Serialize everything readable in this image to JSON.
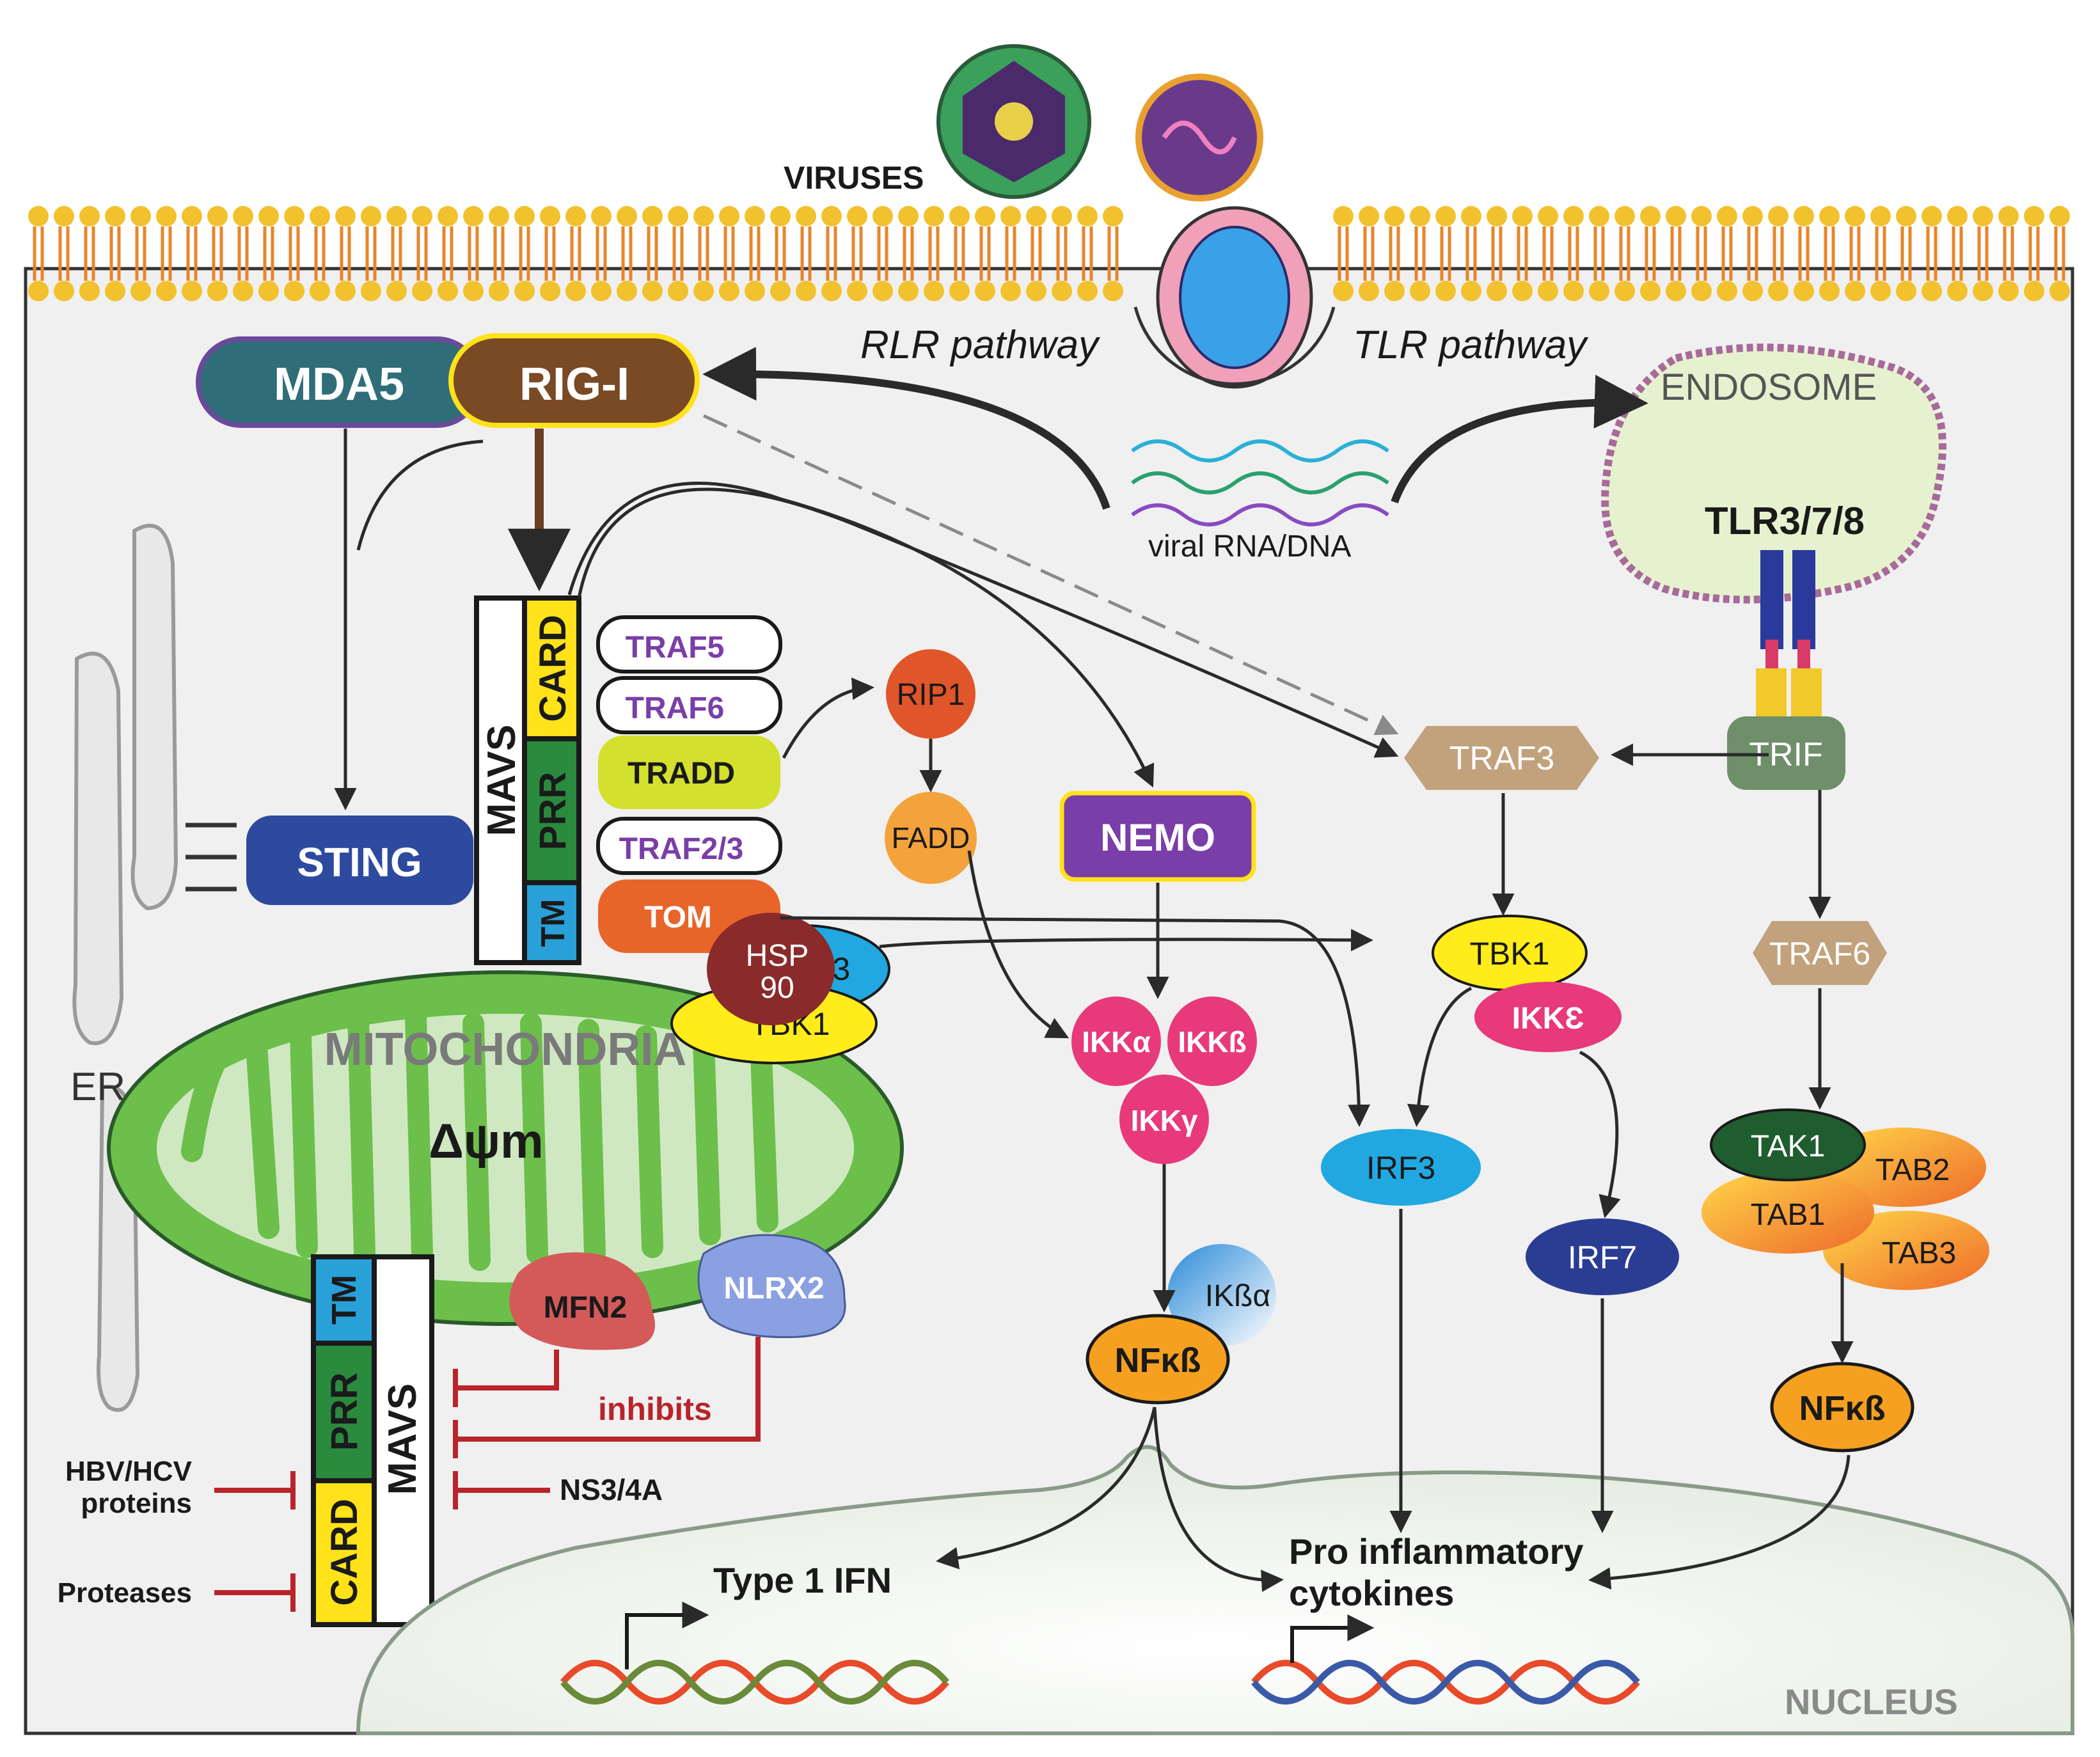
{
  "labels": {
    "viruses": "VIRUSES",
    "rlr_pathway": "RLR pathway",
    "tlr_pathway": "TLR pathway",
    "viral_rna": "viral RNA/DNA",
    "endosome": "ENDOSOME",
    "tlr": "TLR3/7/8",
    "trif": "TRIF",
    "mda5": "MDA5",
    "rigi": "RIG-I",
    "sting": "STING",
    "er": "ER",
    "mavs": "MAVS",
    "card": "CARD",
    "prr": "PRR",
    "tm": "TM",
    "traf5": "TRAF5",
    "traf6_a": "TRAF6",
    "tradd": "TRADD",
    "traf23": "TRAF2/3",
    "tom": "TOM",
    "hsp_line1": "HSP",
    "hsp_line2": "90",
    "irf3_mito": "IRF3",
    "tbk1_mito": "TBK1",
    "rip1": "RIP1",
    "fadd": "FADD",
    "nemo": "NEMO",
    "ikka": "IKKα",
    "ikkb": "IKKß",
    "ikkg": "IKKγ",
    "ikba": "IKßα",
    "nfkb_center": "NFκß",
    "traf3": "TRAF3",
    "tbk1": "TBK1",
    "ikke": "IKKƐ",
    "irf3": "IRF3",
    "irf7": "IRF7",
    "traf6_b": "TRAF6",
    "tak1": "TAK1",
    "tab1": "TAB1",
    "tab2": "TAB2",
    "tab3": "TAB3",
    "nfkb_right": "NFκß",
    "mitochondria": "MITOCHONDRIA",
    "delta_psi": "Δψm",
    "mfn2": "MFN2",
    "nlrx2": "NLRX2",
    "inhibits": "inhibits",
    "hbv_line1": "HBV/HCV",
    "hbv_line2": "proteins",
    "proteases": "Proteases",
    "ns34a": "NS3/4A",
    "type1ifn": "Type 1 IFN",
    "proinfl_line1": "Pro inflammatory",
    "proinfl_line2": "cytokines",
    "nucleus": "NUCLEUS"
  },
  "colors": {
    "membrane_head": "#f2c12e",
    "membrane_tail": "#e8862a",
    "mito_fill": "#6cbf4a",
    "mito_inner": "#cfe8c2",
    "endosome_fill": "#e6f2cf",
    "endosome_edge": "#a86a9a",
    "mda5": "#2f6e78",
    "rigi": "#7a4a25",
    "sting": "#2e4a9e",
    "nemo": "#7a3ea8",
    "rip1": "#e0552a",
    "fadd": "#f4a23c",
    "traf_hex": "#c2a27c",
    "tbk1": "#ffec1a",
    "ikk": "#e8397a",
    "irf3": "#21a8e0",
    "irf7": "#2a3d93",
    "nfkb": "#f5a020",
    "trif": "#6f8f6a",
    "tak1": "#1f5c2e",
    "tab": "#f4b23a",
    "tradd": "#d4e02e",
    "tom": "#e8652a",
    "hsp": "#8a2a2a",
    "card": "#ffe21a",
    "prr": "#2a8a3e",
    "tm": "#2aa0d8",
    "inhibit_red": "#b8242a",
    "traf_text": "#7a3ea8",
    "gray_text": "#7a7a7a"
  }
}
